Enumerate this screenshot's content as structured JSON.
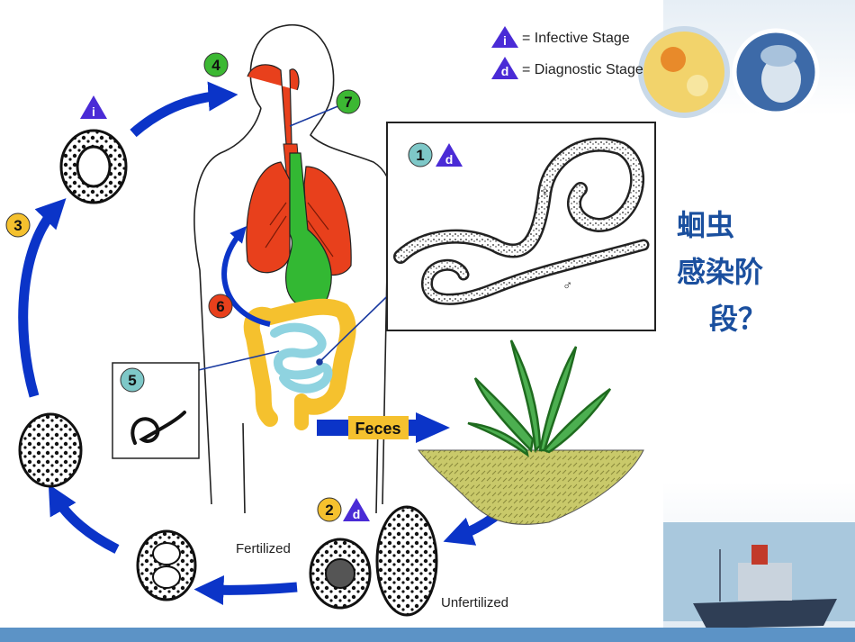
{
  "legend": {
    "infective_symbol": "i",
    "infective_label": "= Infective Stage",
    "diagnostic_symbol": "d",
    "diagnostic_label": "= Diagnostic Stage"
  },
  "steps": [
    "1",
    "2",
    "3",
    "4",
    "5",
    "6",
    "7"
  ],
  "labels": {
    "feces": "Feces",
    "fertilized": "Fertilized",
    "unfertilized": "Unfertilized",
    "female_symbol": "♀",
    "male_symbol": "♂"
  },
  "side_title": [
    "蛔虫",
    "感染阶",
    "段？"
  ],
  "colors": {
    "step_green": "#3cb833",
    "step_yellow": "#f5c12e",
    "step_red": "#e8401c",
    "step_teal": "#7ec8c8",
    "badge_purple": "#4a2bd6",
    "arrow_blue": "#0b34c8",
    "lungs": "#e8401c",
    "stomach": "#33b833",
    "large_intestine": "#f5c12e",
    "small_intestine": "#8fd3e0",
    "soil": "#c9c96a",
    "title_blue": "#1a4f9e"
  }
}
